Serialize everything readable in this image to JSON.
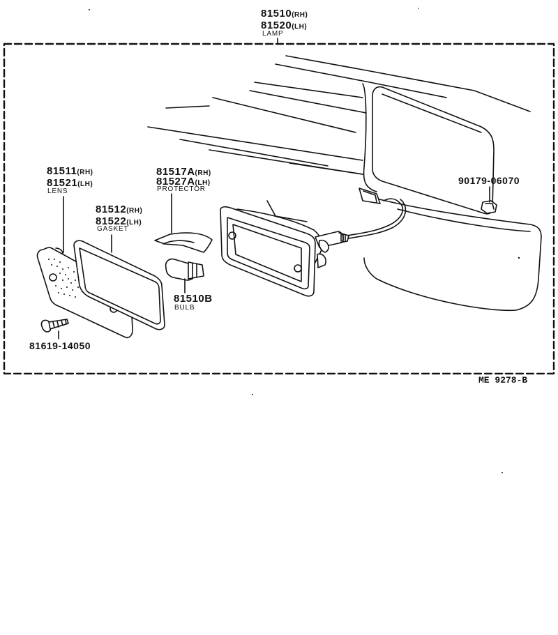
{
  "title": {
    "part_rh": "81510",
    "suffix_rh": "(RH)",
    "part_lh": "81520",
    "suffix_lh": "(LH)",
    "name": "LAMP"
  },
  "parts": {
    "lens": {
      "part_rh": "81511",
      "suffix_rh": "(RH)",
      "part_lh": "81521",
      "suffix_lh": "(LH)",
      "name": "LENS"
    },
    "gasket": {
      "part_rh": "81512",
      "suffix_rh": "(RH)",
      "part_lh": "81522",
      "suffix_lh": "(LH)",
      "name": "GASKET"
    },
    "protector": {
      "part_rh": "81517A",
      "suffix_rh": "(RH)",
      "part_lh": "81527A",
      "suffix_lh": "(LH)",
      "name": "PROTECTOR"
    },
    "bulb": {
      "part": "81510B",
      "name": "BULB"
    },
    "nut": {
      "part": "90179-06070"
    },
    "screw": {
      "part": "81619-14050"
    }
  },
  "reference": "ME  9278-B"
}
